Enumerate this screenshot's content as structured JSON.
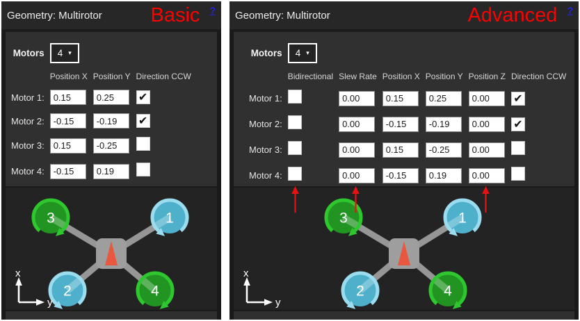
{
  "colors": {
    "mode_label": "#ff0000",
    "help_link": "#2424e8",
    "highlight_arrow": "#e81111"
  },
  "panels": [
    {
      "name": "basic",
      "title": "Geometry: Multirotor",
      "mode_label": "Basic",
      "help_label": "?",
      "motors_label": "Motors",
      "motor_count": "4",
      "columns": [
        {
          "label": "Position X",
          "key": "position_x",
          "type": "input"
        },
        {
          "label": "Position Y",
          "key": "position_y",
          "type": "input"
        },
        {
          "label": "Direction CCW",
          "key": "direction_ccw",
          "type": "checkbox"
        }
      ],
      "rows": [
        {
          "label": "Motor 1:",
          "position_x": "0.15",
          "position_y": "0.25",
          "direction_ccw": true
        },
        {
          "label": "Motor 2:",
          "position_x": "-0.15",
          "position_y": "-0.19",
          "direction_ccw": true
        },
        {
          "label": "Motor 3:",
          "position_x": "0.15",
          "position_y": "-0.25",
          "direction_ccw": false
        },
        {
          "label": "Motor 4:",
          "position_x": "-0.15",
          "position_y": "0.19",
          "direction_ccw": false
        }
      ],
      "arrow_columns": []
    },
    {
      "name": "advanced",
      "title": "Geometry: Multirotor",
      "mode_label": "Advanced",
      "help_label": "?",
      "motors_label": "Motors",
      "motor_count": "4",
      "columns": [
        {
          "label": "Bidirectional",
          "key": "bidirectional",
          "type": "checkbox"
        },
        {
          "label": "Slew Rate",
          "key": "slew_rate",
          "type": "input"
        },
        {
          "label": "Position X",
          "key": "position_x",
          "type": "input"
        },
        {
          "label": "Position Y",
          "key": "position_y",
          "type": "input"
        },
        {
          "label": "Position Z",
          "key": "position_z",
          "type": "input"
        },
        {
          "label": "Direction CCW",
          "key": "direction_ccw",
          "type": "checkbox"
        }
      ],
      "rows": [
        {
          "label": "Motor 1:",
          "bidirectional": false,
          "slew_rate": "0.00",
          "position_x": "0.15",
          "position_y": "0.25",
          "position_z": "0.00",
          "direction_ccw": true
        },
        {
          "label": "Motor 2:",
          "bidirectional": false,
          "slew_rate": "0.00",
          "position_x": "-0.15",
          "position_y": "-0.19",
          "position_z": "0.00",
          "direction_ccw": true
        },
        {
          "label": "Motor 3:",
          "bidirectional": false,
          "slew_rate": "0.00",
          "position_x": "0.15",
          "position_y": "-0.25",
          "position_z": "0.00",
          "direction_ccw": false
        },
        {
          "label": "Motor 4:",
          "bidirectional": false,
          "slew_rate": "0.00",
          "position_x": "-0.15",
          "position_y": "0.19",
          "position_z": "0.00",
          "direction_ccw": false
        }
      ],
      "arrow_columns": [
        "bidirectional",
        "slew_rate",
        "position_z"
      ]
    }
  ],
  "diagram": {
    "frame_color": "#969696",
    "heading_arrow_color": "#e8573f",
    "motors": [
      {
        "number": "3",
        "position": "front-left",
        "rotation": "cw",
        "body_color": "#219421",
        "arc_color": "#2ec82e"
      },
      {
        "number": "1",
        "position": "front-right",
        "rotation": "ccw",
        "body_color": "#4fb0cc",
        "arc_color": "#9bdcef"
      },
      {
        "number": "2",
        "position": "rear-left",
        "rotation": "ccw",
        "body_color": "#4fb0cc",
        "arc_color": "#9bdcef"
      },
      {
        "number": "4",
        "position": "rear-right",
        "rotation": "cw",
        "body_color": "#219421",
        "arc_color": "#2ec82e"
      }
    ],
    "axis": {
      "x_label": "x",
      "y_label": "y"
    }
  }
}
